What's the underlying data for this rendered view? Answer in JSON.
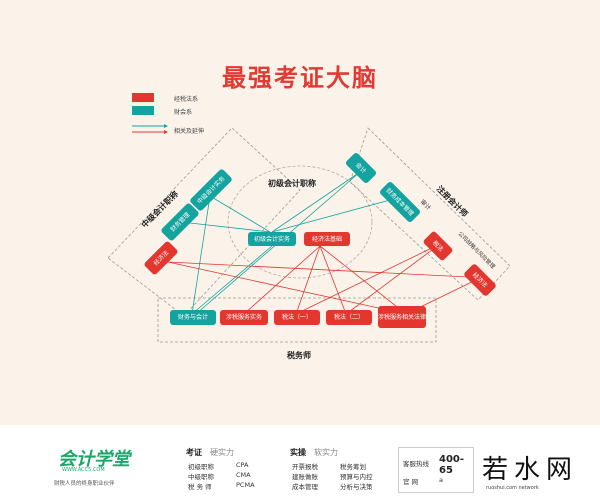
{
  "title": "最强考证大脑",
  "legend": {
    "red_label": "经税法系",
    "teal_label": "财会系",
    "arrow_label": "相关及延伸",
    "colors": {
      "red": "#e2362f",
      "teal": "#15a39f"
    }
  },
  "bands": {
    "left": "中级会计职称",
    "right": "注册会计师",
    "bottom": "税务师",
    "center": "初级会计职称"
  },
  "nodes": {
    "left_top": "中级会计实务",
    "left_mid": "财务管理",
    "left_bottom": "经济法",
    "right_top": "会计",
    "right_2": "财务成本管理",
    "right_3": "审计",
    "right_4": "税法",
    "right_5": "公司战略与风险管理",
    "right_6": "经济法",
    "center_left": "初级会计实务",
    "center_right": "经济法基础",
    "b1": "财务与会计",
    "b2": "涉税服务实务",
    "b3": "税法（一）",
    "b4": "税法（二）",
    "b5": "涉税服务相关法律"
  },
  "footer": {
    "brand": "会计学堂",
    "url": "WWW.ACC5.COM",
    "tagline": "财税人员的终身职业伙伴",
    "col1_title": "考证",
    "col1_sub": "硬实力",
    "col1_items": [
      "初级职称",
      "中级职称",
      "税 务 师"
    ],
    "col2_items": [
      "CPA",
      "CMA",
      "PCMA"
    ],
    "col3_title": "实操",
    "col3_sub": "软实力",
    "col3_items": [
      "开票报税",
      "建账做账",
      "成本管理"
    ],
    "col4_items": [
      "税务筹划",
      "预算与内控",
      "分析与决策"
    ],
    "hotline_label": "客服热线",
    "hotline": "400-65",
    "site_label": "官 网",
    "site_value": "a",
    "watermark": "若水网",
    "watermark_sub": "ruoshui.com   network"
  }
}
